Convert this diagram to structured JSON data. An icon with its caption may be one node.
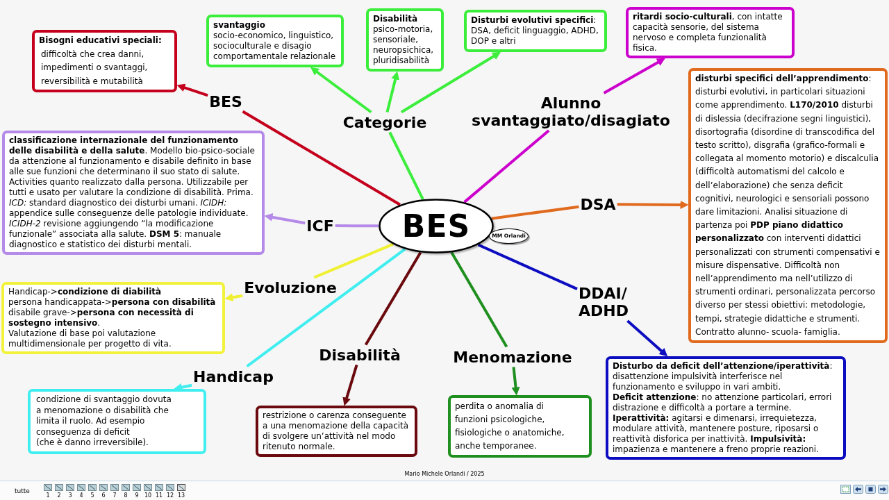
{
  "diagram": {
    "nodes": [
      {
        "text": [
          "BES"
        ]
      },
      {
        "text": [
          "BES"
        ]
      },
      {
        "text": [
          "Categorie"
        ]
      },
      {
        "text": [
          "Alunno svantaggiato/disagiato"
        ]
      },
      {
        "text": [
          "ICF"
        ]
      },
      {
        "text": [
          "DSA"
        ]
      },
      {
        "text": [
          "Evoluzione"
        ]
      },
      {
        "text": [
          "DDAI/ ADHD"
        ]
      },
      {
        "text": [
          "Handicap"
        ]
      },
      {
        "text": [
          "Disabilità"
        ]
      },
      {
        "text": [
          "Menomazione"
        ]
      },
      {
        "text": [
          "Bisogni educativi speciali:",
          "difficoltà che crea danni, impedimenti o svantaggi, reversibilità e mutabilità"
        ]
      },
      {
        "text": [
          "svantaggio",
          "socio-economico, linguistico, socioculturale e disagio comportamentale relazionale"
        ]
      },
      {
        "text": [
          "Disabilità",
          "psico-motoria, sensoriale, neuropsichica, pluridisabilità"
        ]
      },
      {
        "text": [
          "**Disturbi evolutivi specifici**:",
          "DSA, deficit linguaggio, ADHD, DOP e altri"
        ]
      },
      {
        "text": [
          "**ritardi socio-culturali**, con intatte capacità sensorie, del sistema nervoso e completa funzionalità fisica."
        ]
      },
      {
        "text": [
          "**disturbi specifici dell’apprendimento**: disturbi evolutivi, in particolari situazioni come apprendimento. **L170/2010** disturbi di dislessia (decifrazione segni linguistici), disortografia (disordine di transcodifica del testo scritto), disgrafia (grafico-formali e collegata al momento motorio) e discalculia (difficoltà automatismi del calcolo e dell’elaborazione) che senza deficit cognitivi, neurologici e sensoriali possono dare limitazioni. Analisi situazione di partenza poi **PDP piano didattico personalizzato** con interventi didattici personalizzati con strumenti compensativi e misure dispensative. Difficoltà non nell’apprendimento ma nell’utilizzo di strumenti ordinari, personalizzata percorso diverso per stessi obiettivi: metodologie, tempi, strategie didattiche e strumenti. Contratto alunno- scuola- famiglia."
        ]
      },
      {
        "text": [
          "**classificazione internazionale del funzionamento delle disabilità e della salute**. Modello bio-psico-sociale da attenzione al funzionamento e disabile definito in base alle sue funzioni che determinano il suo stato di salute. Activities quanto realizzato dalla persona. Utilizzabile per tutti e usato per valutare la condizione di disabilità. Prima. *ICD:* standard diagnostico dei disturbi umani. *ICIDH:* appendice sulle conseguenze delle patologie individuate. *ICIDH-2* revisione aggiungendo “la modificazione funzionale” associata alla salute. **DSM 5**: manuale diagnostico e statistico dei disturbi mentali."
        ]
      },
      {
        "text": [
          "Handicap->**condizione di diabilità**",
          "persona handicappata->**persona con disabilità**",
          "disabile grave->**persona con necessità di sostegno intensivo**.",
          "Valutazione di base poi valutazione multidimensionale per progetto di vita."
        ]
      },
      {
        "text": [
          "condizione di svantaggio dovuta a menomazione o disabilità che limita il ruolo. Ad esempio conseguenza di deficit",
          "(che è danno irreversibile)."
        ]
      },
      {
        "text": [
          "restrizione o carenza conseguente a una menomazione della capacità di svolgere un’attività nel modo ritenuto normale."
        ]
      },
      {
        "text": [
          "perdita o anomalia di funzioni psicologiche, fisiologiche o anatomiche, anche temporanee."
        ]
      },
      {
        "text": [
          "**Disturbo da deficit dell’attenzione/iperattività**: disattenzione impulsività interferisce nel funzionamento e sviluppo in vari ambiti.",
          "**Deficit attenzione**: no attenzione particolari, errori distrazione e difficoltà a portare a termine.",
          "**Iperattività:** agitarsi e dimenarsi, irrequietezza, modulare attività, mantenere posture, riposarsi o reattività disforica per inattività. **Impulsività:** impazienza e mantenere a freno proprie reazioni."
        ]
      },
      {
        "text": [
          "MM Orlandi"
        ]
      }
    ],
    "edges": [
      {
        "from": 0,
        "to": 1,
        "arrow": "none",
        "color": "#c4001c"
      },
      {
        "from": 1,
        "to": 11,
        "arrow": "to",
        "color": "#c4001c"
      },
      {
        "from": 0,
        "to": 2,
        "arrow": "none",
        "color": "#3cee3c"
      },
      {
        "from": 2,
        "to": 12,
        "arrow": "to",
        "color": "#3cee3c"
      },
      {
        "from": 2,
        "to": 13,
        "arrow": "to",
        "color": "#3cee3c"
      },
      {
        "from": 2,
        "to": 14,
        "arrow": "to",
        "color": "#3cee3c"
      },
      {
        "from": 0,
        "to": 3,
        "arrow": "none",
        "color": "#cc00cc"
      },
      {
        "from": 3,
        "to": 15,
        "arrow": "to",
        "color": "#cc00cc"
      },
      {
        "from": 0,
        "to": 4,
        "arrow": "none",
        "color": "#b58ae8"
      },
      {
        "from": 4,
        "to": 17,
        "arrow": "to",
        "color": "#b58ae8"
      },
      {
        "from": 0,
        "to": 5,
        "arrow": "none",
        "color": "#e06a1e"
      },
      {
        "from": 5,
        "to": 16,
        "arrow": "to",
        "color": "#e06a1e"
      },
      {
        "from": 0,
        "to": 6,
        "arrow": "none",
        "color": "#f0f032"
      },
      {
        "from": 6,
        "to": 18,
        "arrow": "to",
        "color": "#f0f032"
      },
      {
        "from": 0,
        "to": 7,
        "arrow": "none",
        "color": "#0c0cc0"
      },
      {
        "from": 7,
        "to": 22,
        "arrow": "to",
        "color": "#0c0cc0"
      },
      {
        "from": 0,
        "to": 8,
        "arrow": "none",
        "color": "#40eef0"
      },
      {
        "from": 8,
        "to": 19,
        "arrow": "to",
        "color": "#40eef0"
      },
      {
        "from": 0,
        "to": 9,
        "arrow": "none",
        "color": "#6b0a0e"
      },
      {
        "from": 9,
        "to": 20,
        "arrow": "to",
        "color": "#6b0a0e"
      },
      {
        "from": 0,
        "to": 10,
        "arrow": "none",
        "color": "#1f8f1f"
      },
      {
        "from": 10,
        "to": 21,
        "arrow": "to",
        "color": "#1f8f1f"
      }
    ],
    "labels": [
      "Mario Michele Orlandi / 2025",
      "tutte",
      "1",
      "2",
      "3",
      "4",
      "5",
      "6",
      "7",
      "8",
      "9",
      "10",
      "11",
      "12",
      "13"
    ]
  }
}
